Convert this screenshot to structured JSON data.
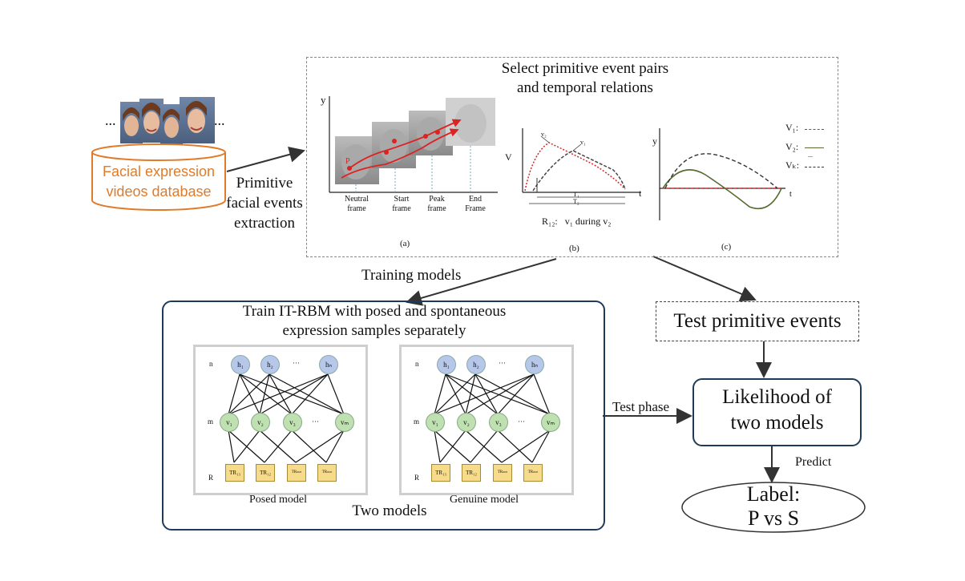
{
  "database": {
    "ellipsis_left": "...",
    "ellipsis_right": "...",
    "line1": "Facial expression",
    "line2": "videos database",
    "color": "#e07b2a"
  },
  "extraction": {
    "line1": "Primitive",
    "line2": "facial events",
    "line3": "extraction"
  },
  "select_box": {
    "title_line1": "Select primitive event pairs",
    "title_line2": "and temporal relations",
    "panel_a": {
      "caption": "(a)",
      "y_axis": "y",
      "point_p": "P",
      "frame_labels": [
        {
          "line1": "Neutral",
          "line2": "frame"
        },
        {
          "line1": "Start",
          "line2": "frame"
        },
        {
          "line1": "Peak",
          "line2": "frame"
        },
        {
          "line1": "End",
          "line2": "Frame"
        }
      ]
    },
    "panel_b": {
      "caption": "(b)",
      "y_axis": "V",
      "x_axis": "t",
      "v2_label": "v₂",
      "v1_label": "v₁",
      "t1_label": "T₁",
      "t2_label": "T₂",
      "relation_label": "R₁₂:",
      "relation_text": "v₁ during v₂"
    },
    "panel_c": {
      "caption": "(c)",
      "y_axis": "y",
      "x_axis": "t",
      "legend": [
        "V₁:",
        "V₂:",
        "Vₖ:"
      ],
      "legend_dots": "..."
    }
  },
  "training_label": "Training models",
  "train_box": {
    "title_line1": "Train IT-RBM with posed and spontaneous",
    "title_line2": "expression samples separately",
    "bottom_label": "Two models",
    "posed_caption": "Posed model",
    "genuine_caption": "Genuine model",
    "row_labels": [
      "n",
      "m",
      "R"
    ],
    "hidden_nodes": [
      "h₁",
      "h₂",
      "···",
      "hₙ"
    ],
    "visible_nodes": [
      "v₁",
      "v₂",
      "v₃",
      "···",
      "vₘ"
    ],
    "relation_nodes": [
      "TR₁₃",
      "TR₁₂",
      "TRₘₘ",
      "TRₘₘ"
    ],
    "border_color": "#1f3b5a"
  },
  "test_box": {
    "label": "Test primitive events"
  },
  "test_phase_label": "Test phase",
  "likelihood_box": {
    "line1": "Likelihood of",
    "line2": "two models"
  },
  "predict_label": "Predict",
  "label_ellipse": {
    "line1": "Label:",
    "line2": "P vs S"
  }
}
